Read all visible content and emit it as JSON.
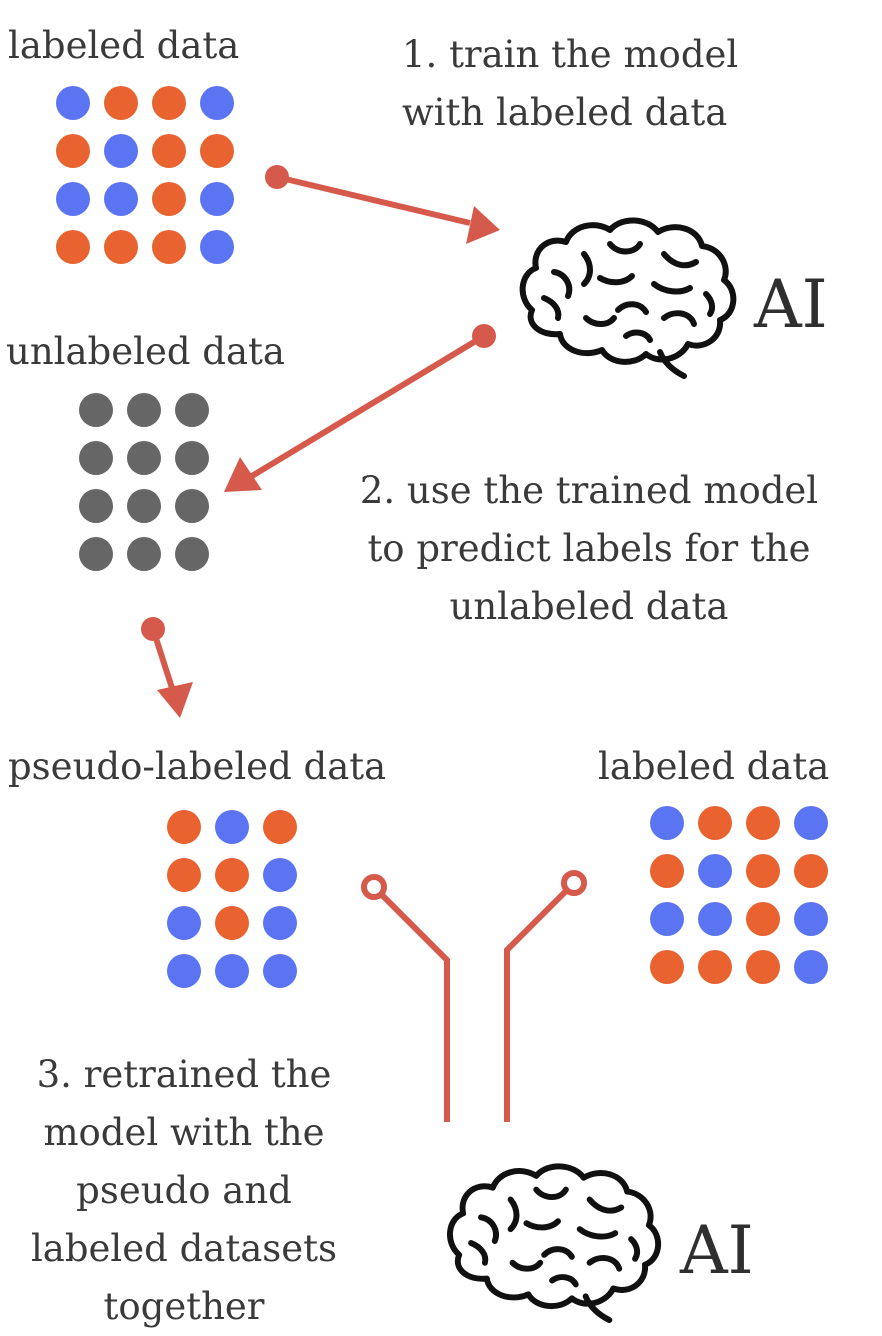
{
  "colors": {
    "blue": "#5b74f2",
    "orange": "#e8632f",
    "gray": "#666666",
    "arrow": "#d65a4c",
    "text": "#3a3a3a"
  },
  "labels": {
    "labeled_data_top": "labeled data",
    "unlabeled_data": "unlabeled data",
    "pseudo_labeled_data": "pseudo-labeled data",
    "labeled_data_bottom": "labeled data"
  },
  "steps": {
    "step1": [
      "1. train the model",
      "with labeled data"
    ],
    "step2": [
      "2. use the trained model",
      "to predict labels for the",
      "unlabeled data"
    ],
    "step3": [
      "3. retrained the",
      "model with the",
      "pseudo and",
      "labeled datasets",
      "together"
    ]
  },
  "ai": {
    "top_label": "AI",
    "bottom_label": "AI",
    "icon": "brain-icon"
  },
  "grids": {
    "labeled_top": [
      [
        "blue",
        "orange",
        "orange",
        "blue"
      ],
      [
        "orange",
        "blue",
        "orange",
        "orange"
      ],
      [
        "blue",
        "blue",
        "orange",
        "blue"
      ],
      [
        "orange",
        "orange",
        "orange",
        "blue"
      ]
    ],
    "unlabeled": [
      [
        "gray",
        "gray",
        "gray"
      ],
      [
        "gray",
        "gray",
        "gray"
      ],
      [
        "gray",
        "gray",
        "gray"
      ],
      [
        "gray",
        "gray",
        "gray"
      ]
    ],
    "pseudo_labeled": [
      [
        "orange",
        "blue",
        "orange"
      ],
      [
        "orange",
        "orange",
        "blue"
      ],
      [
        "blue",
        "orange",
        "blue"
      ],
      [
        "blue",
        "blue",
        "blue"
      ]
    ],
    "labeled_bottom": [
      [
        "blue",
        "orange",
        "orange",
        "blue"
      ],
      [
        "orange",
        "blue",
        "orange",
        "orange"
      ],
      [
        "blue",
        "blue",
        "orange",
        "blue"
      ],
      [
        "orange",
        "orange",
        "orange",
        "blue"
      ]
    ]
  }
}
